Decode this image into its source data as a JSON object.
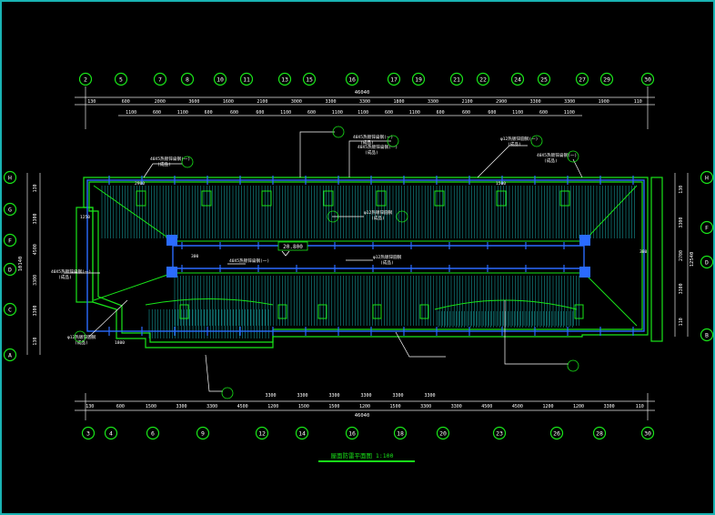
{
  "colors": {
    "background": "#000000",
    "frame": "#19b3b3",
    "wall": "#19e619",
    "dim_line": "#e6e6e6",
    "text": "#ffffff",
    "blue": "#2a6bff",
    "grid_bubble": "#19e619",
    "elev_text": "#ffffff"
  },
  "top_axes": [
    "2",
    "5",
    "7",
    "8",
    "10",
    "11",
    "13",
    "15",
    "16",
    "17",
    "19",
    "21",
    "22",
    "24",
    "25",
    "27",
    "29",
    "30"
  ],
  "bottom_axes": [
    "3",
    "4",
    "6",
    "9",
    "12",
    "14",
    "16",
    "18",
    "20",
    "23",
    "26",
    "28",
    "30"
  ],
  "left_axes": [
    "H",
    "G",
    "F",
    "D",
    "C",
    "A"
  ],
  "right_axes": [
    "H",
    "F",
    "D",
    "B"
  ],
  "top_dims_row1": [
    "130",
    "600",
    "2000",
    "3600",
    "1600",
    "2100",
    "3000",
    "3300",
    "3300",
    "1800",
    "3300",
    "2100",
    "2900",
    "3300",
    "3300",
    "1900",
    "110"
  ],
  "top_dims_row2": [
    "1100",
    "600",
    "1100",
    "600",
    "600",
    "600",
    "1100",
    "600",
    "1100",
    "1100",
    "600",
    "1100",
    "600",
    "600",
    "600",
    "1100",
    "600",
    "1100"
  ],
  "top_total": "46040",
  "bottom_dims_row1": [
    "130",
    "600",
    "1500",
    "3300",
    "3300",
    "4500",
    "1200",
    "1500",
    "1500",
    "1200",
    "1500",
    "3300",
    "3300",
    "4500",
    "4500",
    "1200",
    "1200",
    "3300",
    "110"
  ],
  "bottom_dims_row2": [
    "3300",
    "3300",
    "3300",
    "3300",
    "3300",
    "3300"
  ],
  "bottom_total": "46040",
  "left_dims": [
    "130",
    "3300",
    "4500",
    "3300",
    "3300",
    "130"
  ],
  "left_total": "10140",
  "right_dims": [
    "130",
    "3300",
    "2700",
    "3300",
    "110"
  ],
  "right_total": "12540",
  "elevation": "20.800",
  "notes": [
    {
      "id": "n1",
      "text": "40X5热镀锌扁钢(一)",
      "sub": "(成品)"
    },
    {
      "id": "n2",
      "text": "40X5热镀锌扁钢(一)",
      "sub": "(成品)"
    },
    {
      "id": "n3",
      "text": "φ12热镀锌圆钢(一)",
      "sub": "(成品)"
    },
    {
      "id": "n4",
      "text": "40X5热镀锌扁钢(一)",
      "sub": "(成品)"
    },
    {
      "id": "n5",
      "text": "40X5热镀锌扁钢(一)",
      "sub": "(成品)"
    },
    {
      "id": "n6",
      "text": "40X5热镀锌扁钢(一)",
      "sub": "(成品)"
    },
    {
      "id": "n7",
      "text": "φ12热镀锌圆钢",
      "sub": "(成品)"
    },
    {
      "id": "n8",
      "text": "φ12热镀锌圆钢",
      "sub": "(成品)"
    },
    {
      "id": "n9",
      "text": "φ12热镀锌圆钢",
      "sub": "(成品)"
    },
    {
      "id": "n10",
      "text": "40X5热镀锌扁钢(一)",
      "sub": ""
    }
  ],
  "title": "屋面防雷平面图 1:100",
  "small_labels": [
    "1250",
    "380",
    "300",
    "1800",
    "2900",
    "1500"
  ]
}
